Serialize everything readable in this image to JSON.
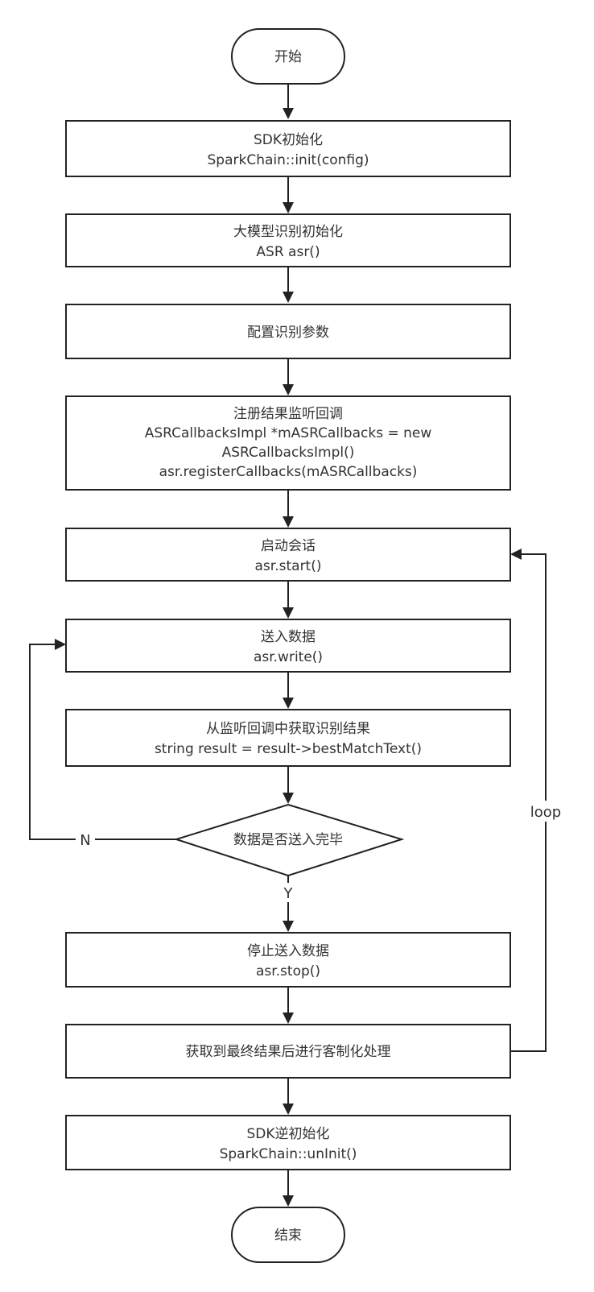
{
  "flowchart": {
    "start": {
      "label": "开始"
    },
    "sdk_init": {
      "lines": [
        "SDK初始化",
        "SparkChain::init(config)"
      ]
    },
    "asr_init": {
      "lines": [
        "大模型识别初始化",
        "ASR asr()"
      ]
    },
    "config_params": {
      "lines": [
        "配置识别参数"
      ]
    },
    "register_callbacks": {
      "lines": [
        "注册结果监听回调",
        "ASRCallbacksImpl *mASRCallbacks = new",
        "ASRCallbacksImpl()",
        "asr.registerCallbacks(mASRCallbacks)"
      ]
    },
    "start_session": {
      "lines": [
        "启动会话",
        "asr.start()"
      ]
    },
    "write_data": {
      "lines": [
        "送入数据",
        "asr.write()"
      ]
    },
    "get_result": {
      "lines": [
        "从监听回调中获取识别结果",
        "string result = result->bestMatchText()"
      ]
    },
    "decision": {
      "label": "数据是否送入完毕"
    },
    "stop_data": {
      "lines": [
        "停止送入数据",
        "asr.stop()"
      ]
    },
    "post_process": {
      "lines": [
        "获取到最终结果后进行客制化处理"
      ]
    },
    "sdk_uninit": {
      "lines": [
        "SDK逆初始化",
        "SparkChain::unInit()"
      ]
    },
    "end": {
      "label": "结束"
    },
    "edge_labels": {
      "no": "N",
      "yes": "Y",
      "loop": "loop"
    }
  }
}
